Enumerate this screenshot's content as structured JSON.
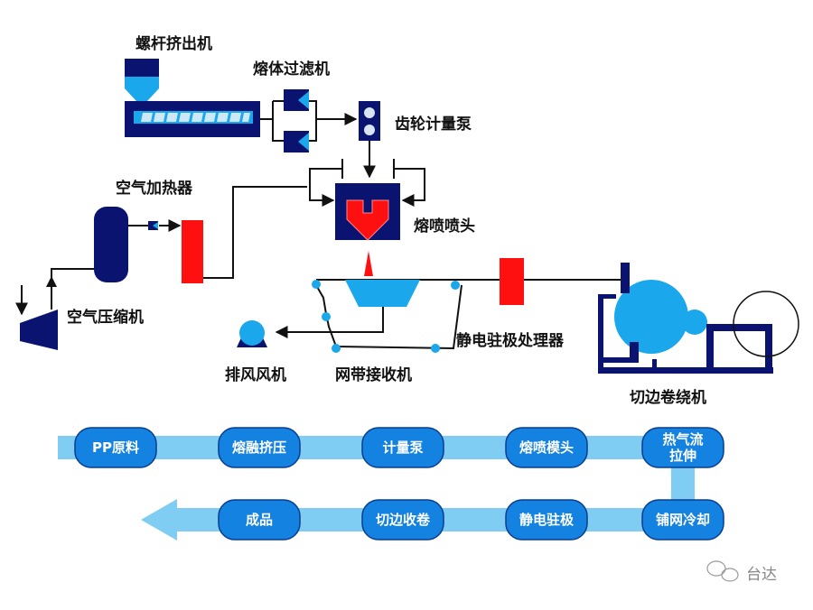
{
  "colors": {
    "navy": "#0a1470",
    "light_blue": "#1aa7ec",
    "red": "#ff1010",
    "line": "#111111",
    "pill_fill": "#1482e0",
    "pill_border": "#0a3d8f",
    "band": "#7fcdf3"
  },
  "labels": {
    "screw_extruder": "螺杆挤出机",
    "melt_filter": "熔体过滤机",
    "gear_pump": "齿轮计量泵",
    "air_heater": "空气加热器",
    "meltblown_die": "熔喷喷头",
    "air_compressor": "空气压缩机",
    "exhaust_fan": "排风风机",
    "mesh_belt_receiver": "网带接收机",
    "electret_processor": "静电驻极处理器",
    "trim_winder": "切边卷绕机"
  },
  "flow": {
    "top_row": [
      "PP原料",
      "熔融挤压",
      "计量泵",
      "熔喷模头"
    ],
    "turn_step": [
      "热气流",
      "拉伸"
    ],
    "bottom_row": [
      "铺网冷却",
      "静电驻极",
      "切边收卷",
      "成品"
    ]
  },
  "watermark": {
    "icon": "wechat-icon",
    "text": "台达"
  }
}
